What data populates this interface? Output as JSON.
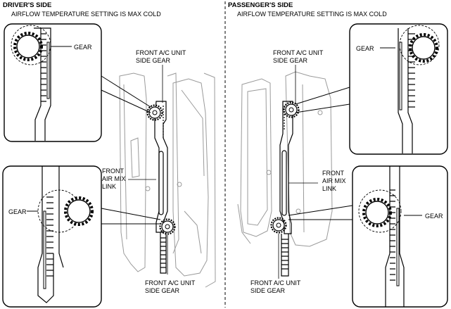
{
  "driver": {
    "heading": "DRIVER'S SIDE",
    "note": "AIRFLOW TEMPERATURE SETTING IS MAX COLD",
    "gear_label_top": "GEAR",
    "gear_label_bottom": "GEAR",
    "upper_gear_line1": "FRONT A/C UNIT",
    "upper_gear_line2": "SIDE GEAR",
    "link_line1": "FRONT",
    "link_line2": "AIR MIX",
    "link_line3": "LINK",
    "lower_gear_line1": "FRONT A/C UNIT",
    "lower_gear_line2": "SIDE GEAR"
  },
  "passenger": {
    "heading": "PASSENGER'S SIDE",
    "note": "AIRFLOW TEMPERATURE SETTING IS MAX COLD",
    "gear_label_top": "GEAR",
    "gear_label_bottom": "GEAR",
    "upper_gear_line1": "FRONT A/C UNIT",
    "upper_gear_line2": "SIDE GEAR",
    "link_line1": "FRONT",
    "link_line2": "AIR MIX",
    "link_line3": "LINK",
    "lower_gear_line1": "FRONT A/C UNIT",
    "lower_gear_line2": "SIDE GEAR"
  },
  "colors": {
    "line": "#000000",
    "ghost": "#9a9a9a",
    "background": "#ffffff"
  }
}
